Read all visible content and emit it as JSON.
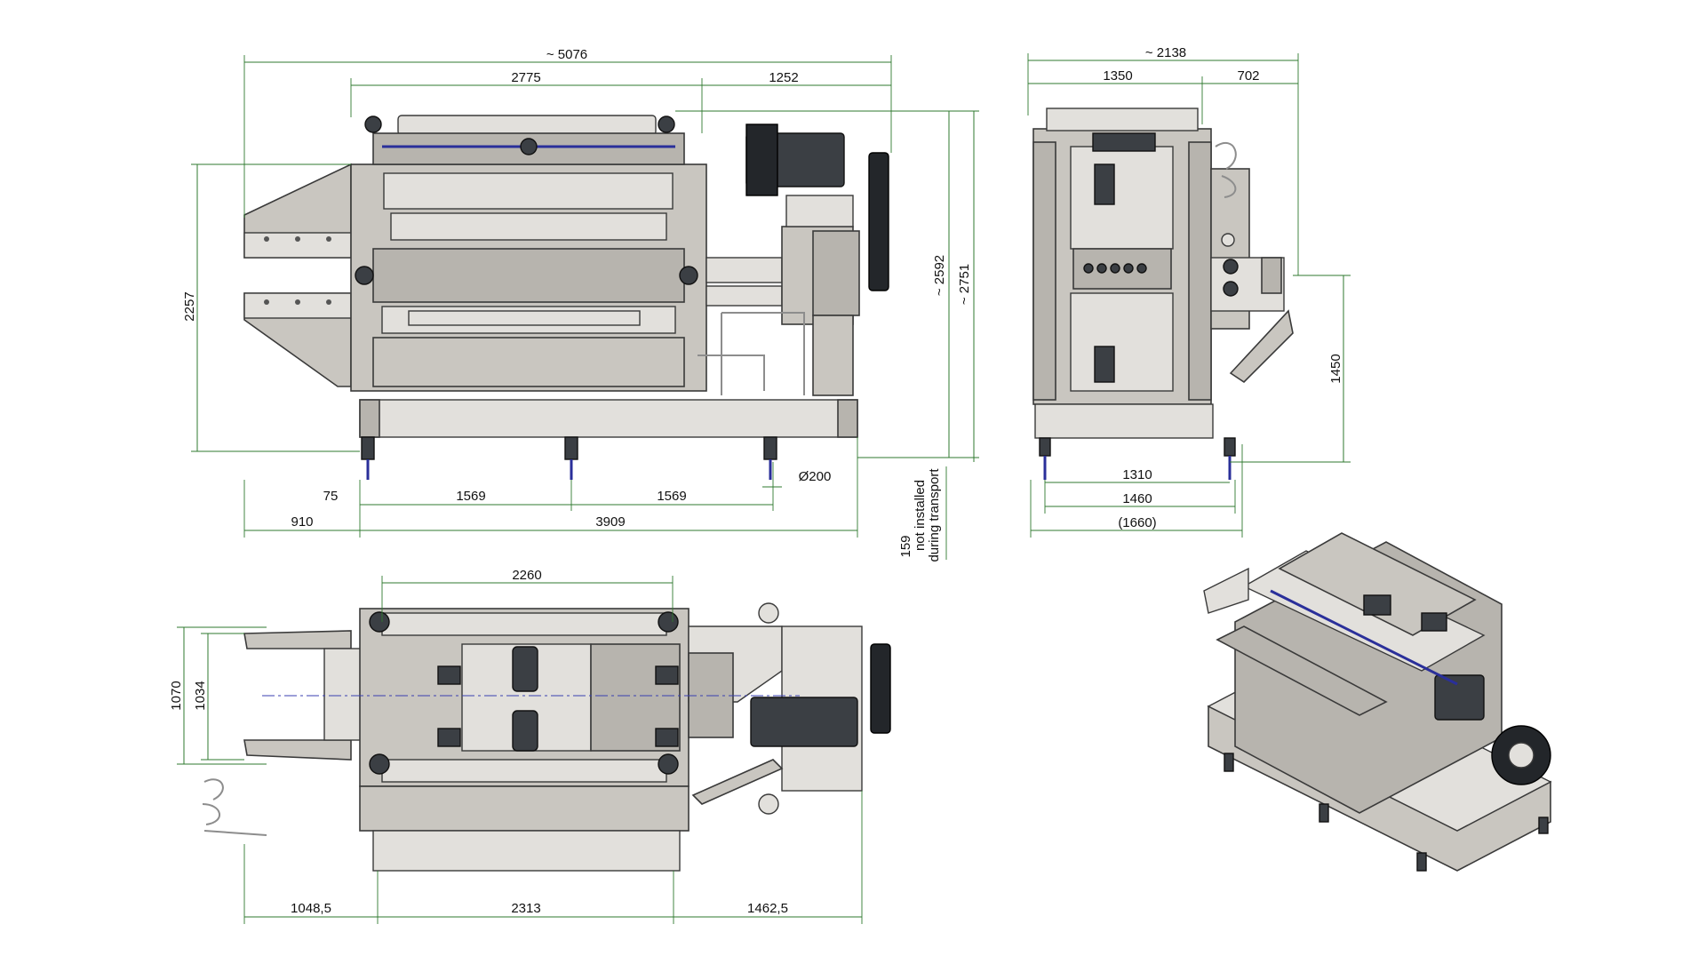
{
  "colors": {
    "dimension_line": "#2f7a2f",
    "machine_body": "#c9c6c0",
    "motor": "#3b3f44",
    "drive_shaft": "#2a2f9a",
    "background": "#ffffff"
  },
  "front_view": {
    "dim_overall_width": "~ 5076",
    "dim_frame": "2775",
    "dim_drive": "1252",
    "dim_height_left": "2257",
    "dim_height_1": "~ 2592",
    "dim_height_2": "~ 2751",
    "dim_feet_offset": "75",
    "dim_feet_1": "1569",
    "dim_feet_2": "1569",
    "dim_foot_diameter": "Ø200",
    "dim_infeed": "910",
    "dim_base": "3909",
    "note_value": "159",
    "note_line1": "not installed",
    "note_line2": "during transport"
  },
  "side_view": {
    "dim_overall": "~ 2138",
    "dim_left": "1350",
    "dim_right": "702",
    "dim_height": "1450",
    "dim_base_1": "1310",
    "dim_base_2": "1460",
    "dim_base_3": "(1660)"
  },
  "top_view": {
    "dim_top": "2260",
    "dim_depth_1": "1070",
    "dim_depth_2": "1034",
    "dim_left": "1048,5",
    "dim_center": "2313",
    "dim_right": "1462,5"
  }
}
